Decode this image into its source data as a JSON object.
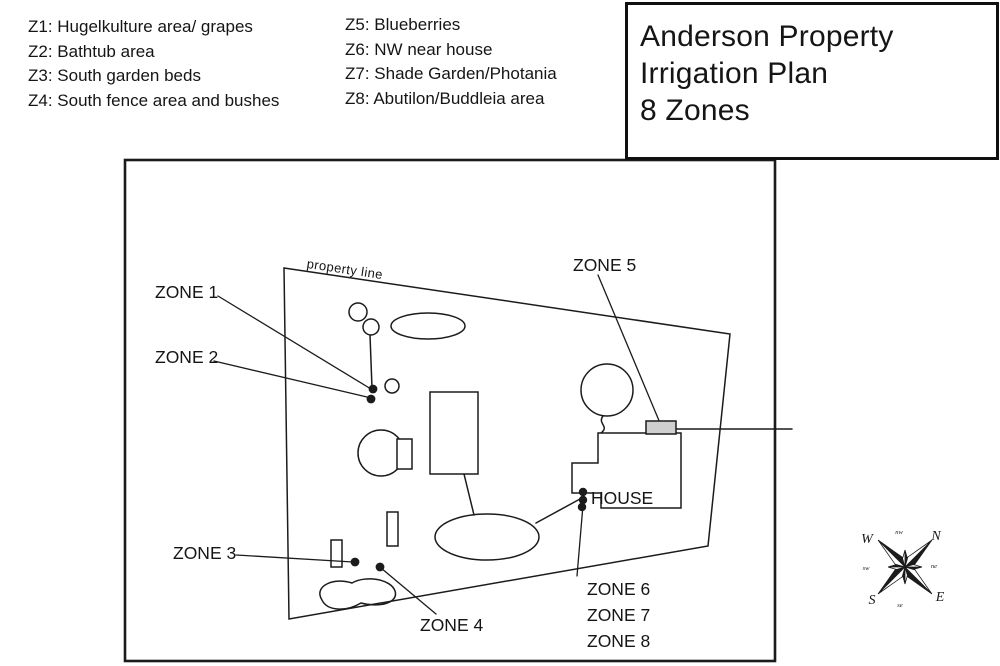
{
  "legend": {
    "col1": [
      "Z1: Hugelkulture area/ grapes",
      "Z2: Bathtub area",
      "Z3: South garden beds",
      "Z4: South fence area and bushes"
    ],
    "col2": [
      "Z5: Blueberries",
      "Z6: NW near house",
      "Z7: Shade Garden/Photania",
      "Z8: Abutilon/Buddleia area"
    ]
  },
  "title": {
    "line1": "Anderson Property",
    "line2": "Irrigation Plan",
    "line3": "8 Zones"
  },
  "map": {
    "property_line_label": "property line",
    "house_label": "HOUSE",
    "zone_labels": {
      "z1": "ZONE 1",
      "z2": "ZONE 2",
      "z3": "ZONE 3",
      "z4": "ZONE 4",
      "z5": "ZONE 5",
      "z6": "ZONE 6",
      "z7": "ZONE 7",
      "z8": "ZONE 8"
    }
  },
  "compass": {
    "n": "N",
    "e": "E",
    "s": "S",
    "w": "W",
    "nw": "nw",
    "ne": "ne",
    "se": "se",
    "sw": "sw"
  },
  "colors": {
    "ink": "#1b1b1b",
    "paper": "#ffffff",
    "manifold_fill": "#cfcfcf"
  }
}
